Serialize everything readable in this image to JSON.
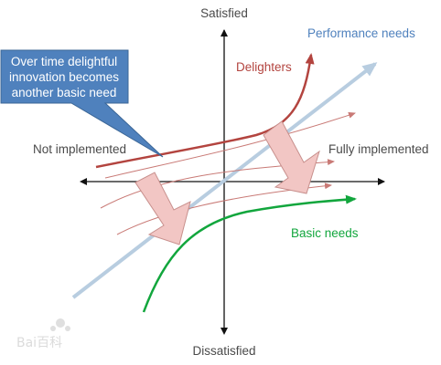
{
  "axes": {
    "top": "Satisfied",
    "bottom": "Dissatisfied",
    "left": "Not implemented",
    "right": "Fully implemented"
  },
  "curves": {
    "performance": {
      "label": "Performance needs",
      "color": "#b8cde0"
    },
    "delighters": {
      "label": "Delighters",
      "color": "#b3443f"
    },
    "basic": {
      "label": "Basic needs",
      "color": "#12a63d"
    }
  },
  "callout": {
    "lines": [
      "Over time delightful",
      "innovation becomes",
      "another basic need"
    ],
    "fill": "#4f81bd"
  },
  "watermark": "Bai百科"
}
